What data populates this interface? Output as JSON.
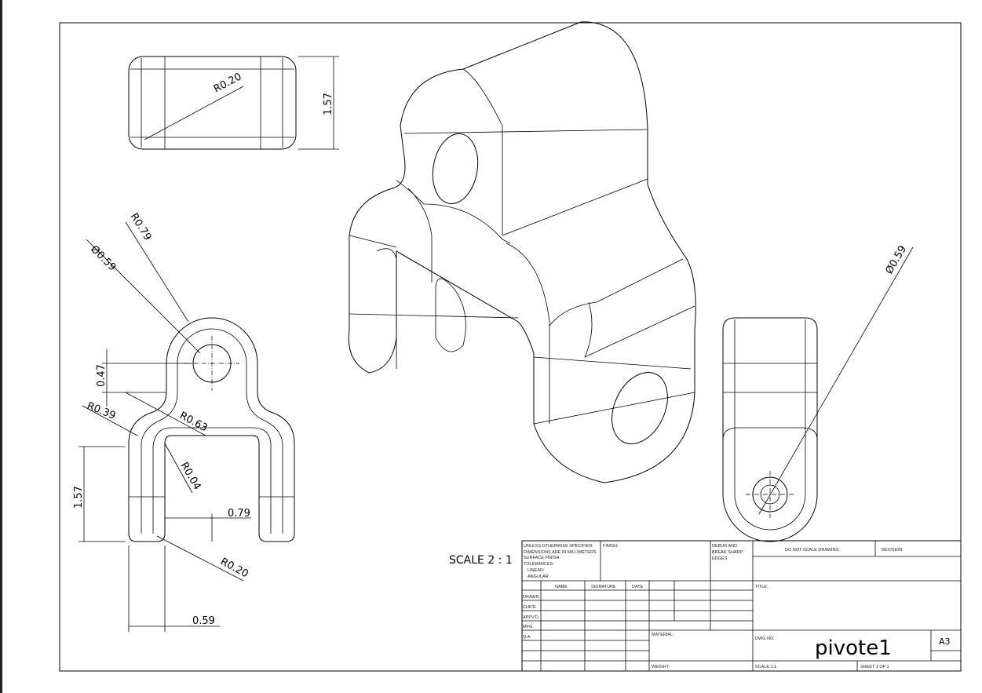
{
  "drawing": {
    "scale_note": "SCALE 2 : 1",
    "top_view": {
      "radius": "R0.20",
      "height": "1.57"
    },
    "front_view": {
      "r_top": "R0.79",
      "hole_dia": "Ø0.59",
      "hole_offset": "0.47",
      "r_shoulder": "R0.39",
      "r_inner": "R0.63",
      "r_slot": "R0.04",
      "height": "1.57",
      "slot_depth": "0.79",
      "r_leg": "R0.20",
      "leg_width": "0.59"
    },
    "side_view": {
      "hole_dia": "Ø0.59"
    }
  },
  "title_block": {
    "unless": "UNLESS OTHERWISE SPECIFIED:",
    "dims_mm": "DIMENSIONS ARE IN MILLIMETERS",
    "surface": "SURFACE FINISH:",
    "tolerances": "TOLERANCES:",
    "linear": "LINEAR:",
    "angular": "ANGULAR:",
    "finish": "FINISH:",
    "debur1": "DEBUR AND",
    "debur2": "BREAK SHARP",
    "debur3": "EDGES",
    "do_not_scale": "DO NOT SCALE DRAWING",
    "revision": "REVISION",
    "name": "NAME",
    "signature": "SIGNATURE",
    "date": "DATE",
    "title": "TITLE:",
    "roles": [
      "DRAWN",
      "CHK'D",
      "APPV'D",
      "MFG",
      "Q.A"
    ],
    "material": "MATERIAL:",
    "weight": "WEIGHT:",
    "dwg_no": "DWG NO.",
    "part_name": "pivote1",
    "size": "A3",
    "scale": "SCALE:1:1",
    "sheet": "SHEET 1 OF 1"
  }
}
